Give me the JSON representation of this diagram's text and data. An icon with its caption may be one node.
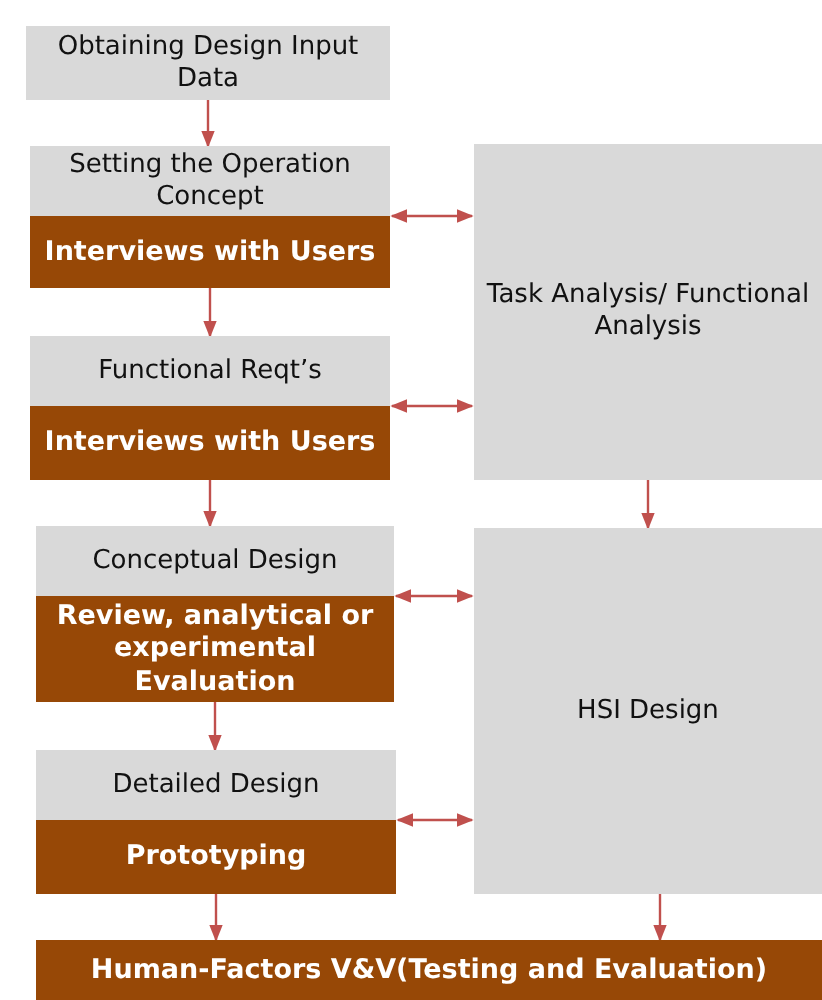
{
  "diagram": {
    "nodes": [
      {
        "text": [
          "Obtaining Design Input Data"
        ]
      },
      {
        "text": [
          "Setting the Operation Concept",
          "Interviews with Users"
        ]
      },
      {
        "text": [
          "Functional Reqt’s",
          "Interviews with Users"
        ]
      },
      {
        "text": [
          "Conceptual Design",
          "Review,  analytical or experimental Evaluation"
        ]
      },
      {
        "text": [
          "Detailed Design",
          "Prototyping"
        ]
      },
      {
        "text": [
          "Task Analysis/ Functional Analysis"
        ]
      },
      {
        "text": [
          "HSI Design"
        ]
      },
      {
        "text": [
          "Human-Factors V&V(Testing and Evaluation)"
        ]
      }
    ],
    "edges": [
      {
        "from": 0,
        "to": 1,
        "arrow": "to"
      },
      {
        "from": 1,
        "to": 2,
        "arrow": "to"
      },
      {
        "from": 2,
        "to": 3,
        "arrow": "to"
      },
      {
        "from": 3,
        "to": 4,
        "arrow": "to"
      },
      {
        "from": 4,
        "to": 7,
        "arrow": "to"
      },
      {
        "from": 1,
        "to": 5,
        "arrow": "both"
      },
      {
        "from": 2,
        "to": 5,
        "arrow": "both"
      },
      {
        "from": 3,
        "to": 6,
        "arrow": "both"
      },
      {
        "from": 4,
        "to": 6,
        "arrow": "both"
      },
      {
        "from": 5,
        "to": 6,
        "arrow": "to"
      },
      {
        "from": 6,
        "to": 7,
        "arrow": "to"
      }
    ]
  }
}
